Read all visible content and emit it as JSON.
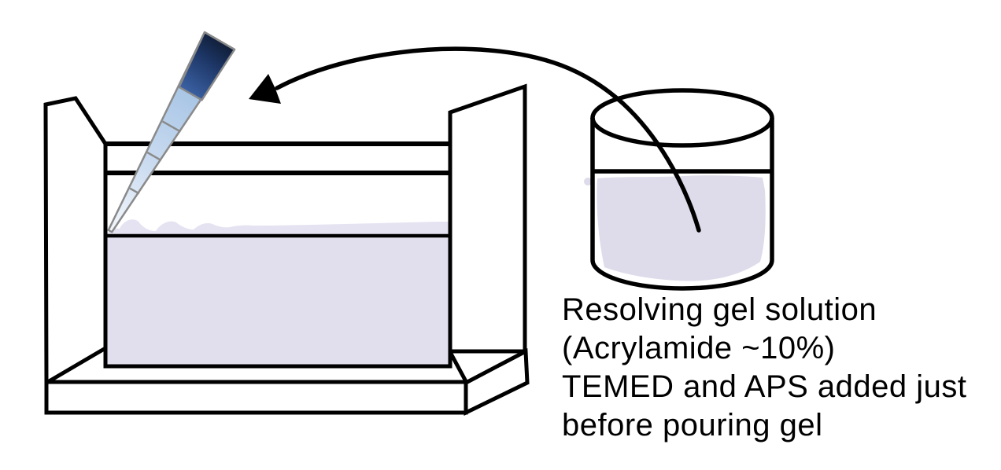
{
  "figure": {
    "type": "scientific-diagram",
    "subject": "Pouring a resolving gel between glass plates in a gel casting stand using a pipette tip, from a beaker of gel solution"
  },
  "annotation": {
    "line1": "Resolving gel solution",
    "line2": "(Acrylamide ~10%)",
    "line3": "TEMED and APS added just",
    "line4": "before pouring gel"
  },
  "elements": {
    "pipette_icon": "pipette-tip-icon",
    "stand_icon": "gel-casting-stand-icon",
    "beaker_icon": "beaker-icon",
    "arrow_icon": "curved-transfer-arrow-icon"
  },
  "colors": {
    "outline": "#000000",
    "gel_fill": "#e1dfee",
    "meniscus_fill": "#e5e3f1",
    "beaker_solution_fill": "#dedbeb",
    "pipette_outline": "#8a8a8a",
    "pipette_liquid_light": "#b9d2ec",
    "pipette_liquid_pale": "#f4f8fd",
    "pipette_dark_top": "#0a1322",
    "pipette_dark_bottom": "#3e66aa"
  }
}
